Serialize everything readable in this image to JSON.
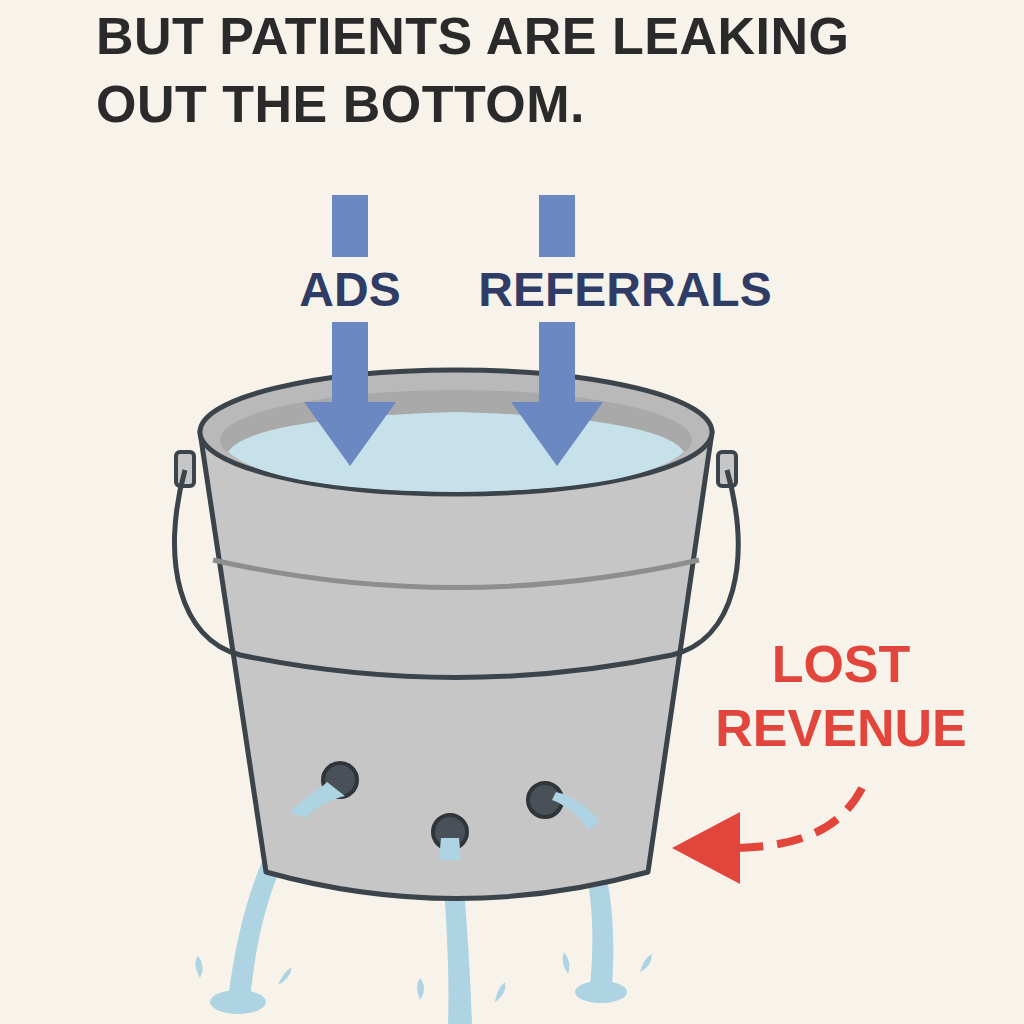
{
  "diagram": {
    "title": "BUT PATIENTS ARE LEAKING OUT THE BOTTOM.",
    "labels": [
      "ADS",
      "REFERRALS",
      "LOST REVENUE"
    ]
  }
}
